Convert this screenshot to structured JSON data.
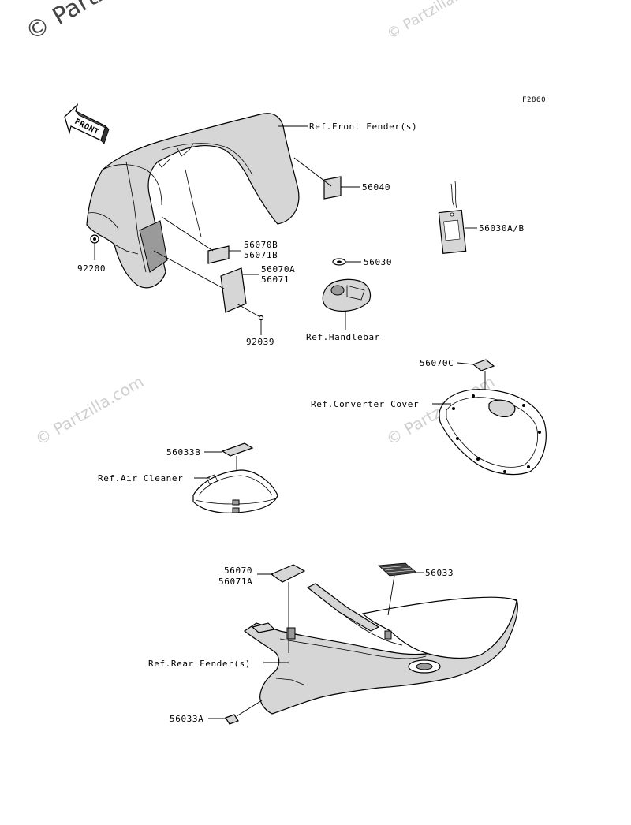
{
  "watermark": {
    "copyright": "© Partzilla.com",
    "site": "Partzilla.com"
  },
  "figure_code": "F2860",
  "front_arrow_label": "FRONT",
  "references": {
    "front_fender": "Ref.Front Fender(s)",
    "handlebar": "Ref.Handlebar",
    "converter_cover": "Ref.Converter Cover",
    "air_cleaner": "Ref.Air Cleaner",
    "rear_fender": "Ref.Rear Fender(s)"
  },
  "part_labels": {
    "p56040": "56040",
    "p56030ab": "56030A/B",
    "p56070b": "56070B",
    "p56071b": "56071B",
    "p56070a": "56070A",
    "p56071": "56071",
    "p56030": "56030",
    "p92200": "92200",
    "p92039": "92039",
    "p56070c": "56070C",
    "p56033b": "56033B",
    "p56070": "56070",
    "p56071a": "56071A",
    "p56033": "56033",
    "p56033a": "56033A"
  }
}
